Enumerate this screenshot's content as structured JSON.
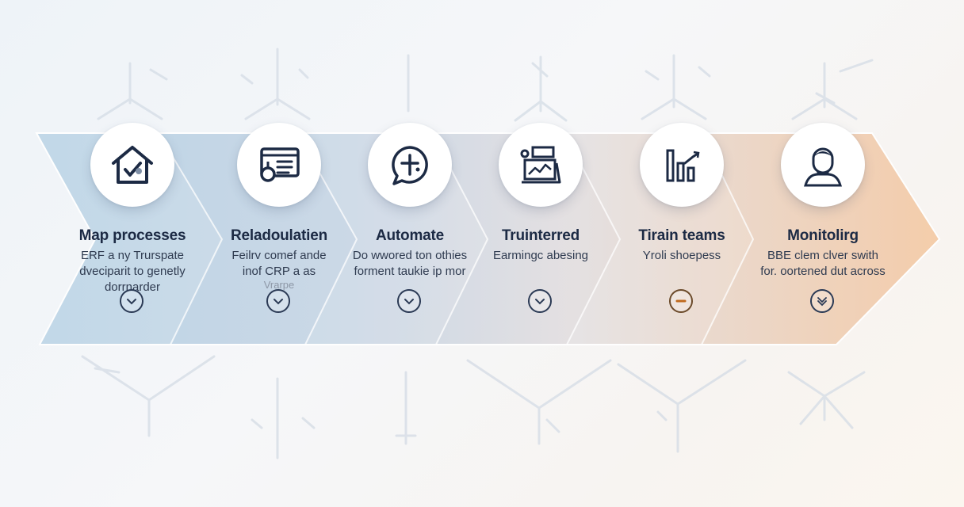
{
  "steps": [
    {
      "title": "Map processes",
      "lines": [
        "ERF a ny Trurspate",
        "dveciparit to genetly",
        "dorrnarder"
      ],
      "icon": "home-check-icon"
    },
    {
      "title": "Reladoulatien",
      "lines": [
        "Feilrv comef ande",
        "inof CRP a as"
      ],
      "faint": "Vrarpe",
      "icon": "list-window-icon"
    },
    {
      "title": "Automate",
      "lines": [
        "Do wwored ton othies",
        "forment taukie ip mor"
      ],
      "icon": "chat-plus-icon"
    },
    {
      "title": "Truinterred",
      "lines": [
        "Earmingc abesing"
      ],
      "icon": "laptop-chart-icon"
    },
    {
      "title": "Tirain teams",
      "lines": [
        "Yroli shoepess"
      ],
      "icon": "bar-chart-icon"
    },
    {
      "title": "Monitolirg",
      "lines": [
        "BBE clem clver swith",
        "for. oortened dut across"
      ],
      "icon": "person-icon"
    }
  ],
  "colors": {
    "ink": "#1c2a44",
    "band_start": "#aac8de",
    "band_end": "#f3c9a4"
  }
}
